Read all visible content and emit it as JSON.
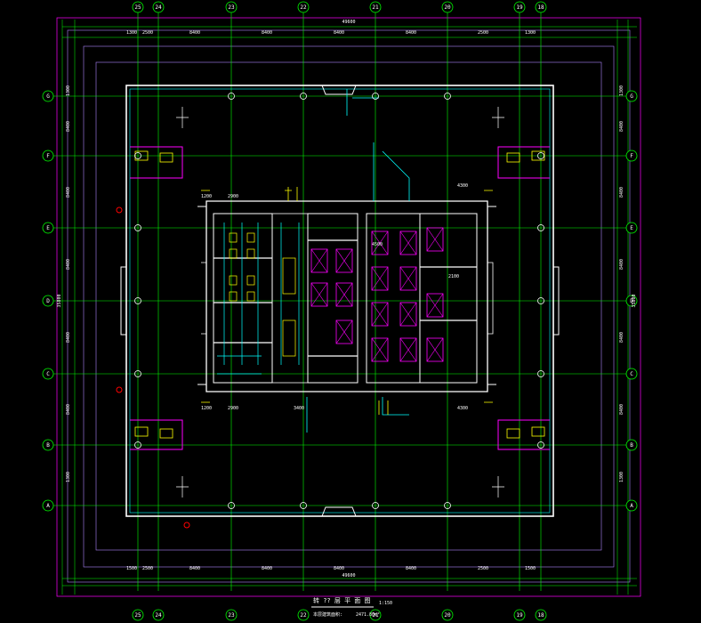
{
  "colors": {
    "background": "#000000",
    "axis_green": "#00ff00",
    "wall_white": "#ffffff",
    "outline_magenta": "#ff00ff",
    "inner_violet": "#b084ff",
    "duct_cyan": "#00ffff",
    "fixture_yellow": "#ffff00",
    "mark_red": "#ff0000"
  },
  "axes": {
    "top": [
      "25",
      "24",
      "23",
      "22",
      "21",
      "20",
      "19",
      "18"
    ],
    "bottom": [
      "25",
      "24",
      "23",
      "22",
      "21",
      "20",
      "19",
      "18"
    ],
    "left": [
      "G",
      "F",
      "E",
      "D",
      "C",
      "B",
      "A"
    ],
    "right": [
      "G",
      "F",
      "E",
      "D",
      "C",
      "B",
      "A"
    ]
  },
  "dimensions": {
    "overall_top": "49600",
    "overall_bottom": "49600",
    "top_segments": [
      "1300",
      "2500",
      "8400",
      "8400",
      "8400",
      "8400",
      "2500",
      "1300"
    ],
    "bottom_segments": [
      "1500",
      "2500",
      "8400",
      "8400",
      "8400",
      "8400",
      "2500",
      "1500"
    ],
    "left_overall": "35800",
    "right_overall": "35800",
    "left_segments": [
      "1300",
      "8400",
      "8400",
      "8400",
      "8400",
      "8400",
      "1300"
    ],
    "right_segments": [
      "1300",
      "8400",
      "8400",
      "8400",
      "8400",
      "8400",
      "1300"
    ],
    "core_top_left": [
      "1200",
      "2900"
    ],
    "core_top_right": [
      "4300"
    ],
    "core_bottom_left": [
      "1200",
      "2900"
    ],
    "core_bottom_right": [
      "4300"
    ],
    "core_mid": [
      "4500",
      "2100",
      "3400"
    ]
  },
  "title": {
    "main": "转 ?? 层 平 面 图",
    "scale": "1:150",
    "area_label": "本层建筑面积:",
    "area_value": "2471.80m²"
  }
}
